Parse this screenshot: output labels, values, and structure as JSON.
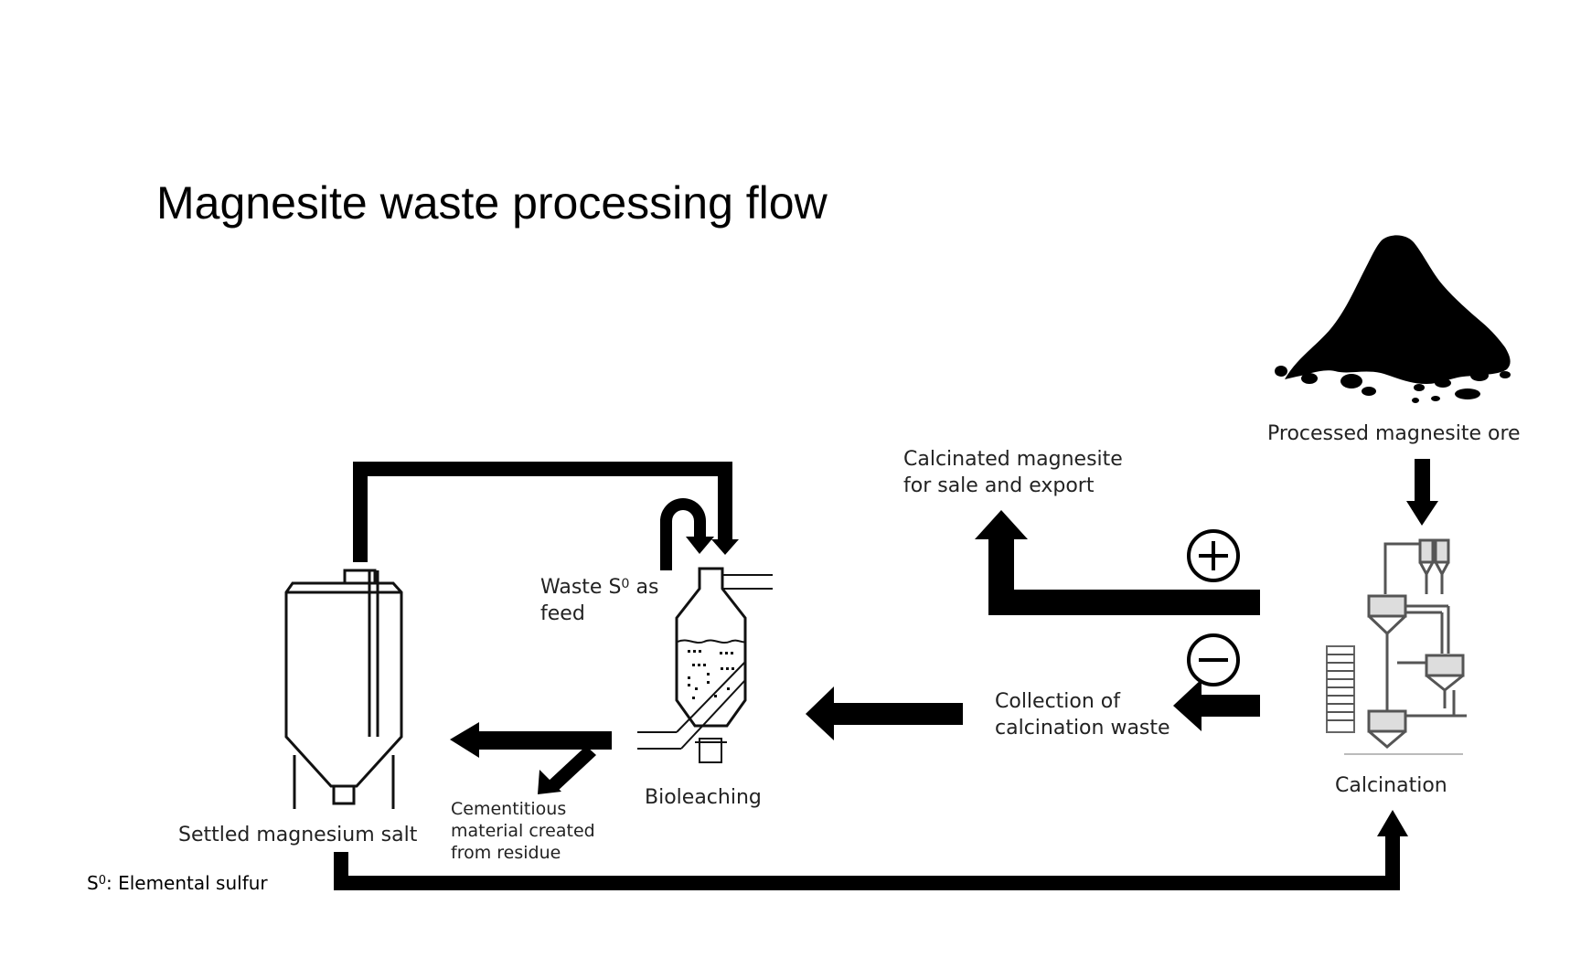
{
  "title": "Magnesite waste processing flow",
  "nodes": {
    "ore": "Processed magnesite ore",
    "calcination": "Calcination",
    "calcinated_line1": "Calcinated magnesite",
    "calcinated_line2": "for sale and export",
    "collection_line1": "Collection of",
    "collection_line2": "calcination waste",
    "waste_feed_line1_pre": "Waste S",
    "waste_feed_line1_sup": "0",
    "waste_feed_line1_post": " as",
    "waste_feed_line2": "feed",
    "bioleaching": "Bioleaching",
    "settled": "Settled magnesium salt",
    "cementitious_line1": "Cementitious",
    "cementitious_line2": "material created",
    "cementitious_line3": "from residue"
  },
  "symbols": {
    "plus": "+",
    "minus": "−"
  },
  "footnote": {
    "symbol": "S",
    "sup": "0",
    "text": ": Elemental sulfur"
  }
}
